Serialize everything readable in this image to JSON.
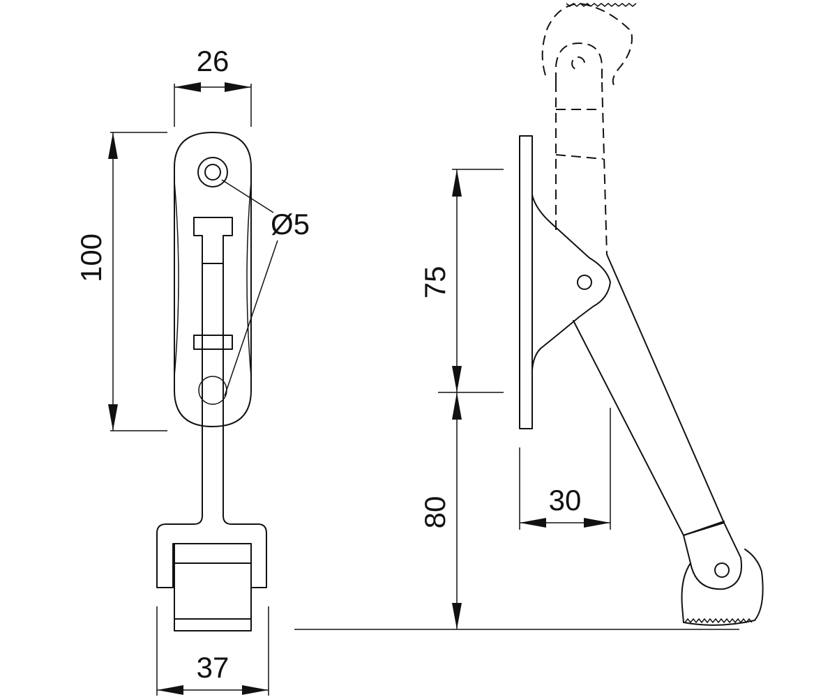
{
  "dimensions": {
    "width_top": "26",
    "height_plate": "100",
    "hole_diameter": "Ø5",
    "width_bottom": "37",
    "height_upper": "75",
    "height_lower": "80",
    "projection": "30"
  }
}
